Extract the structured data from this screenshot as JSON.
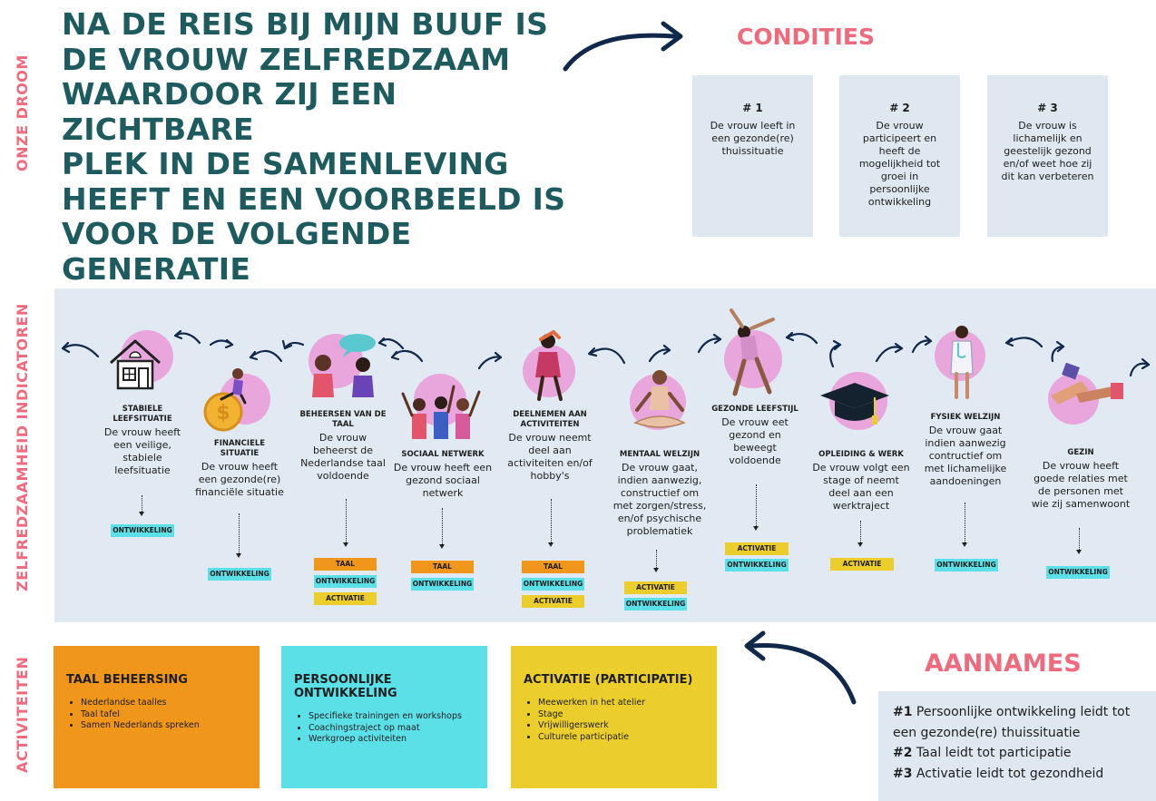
{
  "side_labels": {
    "dream": "ONZE DROOM",
    "indicators": "ZELFREDZAAMHEID INDICATOREN",
    "activities": "ACTIVITEITEN"
  },
  "dream": {
    "lines": [
      "NA DE REIS BIJ MIJN BUUF IS",
      "DE VROUW ZELFREDZAAM",
      "WAARDOOR ZIJ EEN ZICHTBARE",
      "PLEK IN DE SAMENLEVING",
      "HEEFT EN EEN VOORBEELD IS",
      "VOOR DE VOLGENDE GENERATIE"
    ]
  },
  "conditions": {
    "title": "CONDITIES",
    "items": [
      {
        "num": "# 1",
        "text": "De vrouw leeft in een gezonde(re) thuissituatie"
      },
      {
        "num": "# 2",
        "text": "De vrouw participeert en heeft de mogelijkheid tot groei in persoonlijke ontwikkeling"
      },
      {
        "num": "# 3",
        "text": "De vrouw is lichamelijk en geestelijk gezond en/of weet hoe zij dit kan verbeteren"
      }
    ]
  },
  "indicators": [
    {
      "title": "STABIELE LEEFSITUATIE",
      "desc": "De vrouw heeft een veilige, stabiele leefsituatie",
      "tags": [
        "ONTWIKKELING"
      ],
      "icon": "house-icon"
    },
    {
      "title": "FINANCIELE SITUATIE",
      "desc": "De vrouw heeft een gezonde(re) financiële situatie",
      "tags": [
        "ONTWIKKELING"
      ],
      "icon": "coins-icon"
    },
    {
      "title": "BEHEERSEN VAN DE TAAL",
      "desc": "De vrouw beheerst de Nederlandse taal voldoende",
      "tags": [
        "TAAL",
        "ONTWIKKELING",
        "ACTIVATIE"
      ],
      "icon": "speech-icon"
    },
    {
      "title": "SOCIAAL NETWERK",
      "desc": "De vrouw heeft een gezond sociaal netwerk",
      "tags": [
        "TAAL",
        "ONTWIKKELING"
      ],
      "icon": "friends-icon"
    },
    {
      "title": "DEELNEMEN AAN ACTIVITEITEN",
      "desc": "De vrouw neemt deel aan activiteiten en/of hobby's",
      "tags": [
        "TAAL",
        "ONTWIKKELING",
        "ACTIVATIE"
      ],
      "icon": "activity-icon"
    },
    {
      "title": "MENTAAL WELZIJN",
      "desc": "De vrouw gaat, indien aanwezig, constructief om met zorgen/stress, en/of psychische problematiek",
      "tags": [
        "ACTIVATIE",
        "ONTWIKKELING"
      ],
      "icon": "meditation-icon"
    },
    {
      "title": "GEZONDE LEEFSTIJL",
      "desc": "De vrouw eet gezond en beweegt voldoende",
      "tags": [
        "ACTIVATIE",
        "ONTWIKKELING"
      ],
      "icon": "fitness-icon"
    },
    {
      "title": "OPLEIDING & WERK",
      "desc": "De vrouw volgt een stage of neemt deel aan een werktraject",
      "tags": [
        "ACTIVATIE"
      ],
      "icon": "graduation-cap-icon"
    },
    {
      "title": "FYSIEK WELZIJN",
      "desc": "De vrouw gaat indien aanwezig contructief om met lichamelijke aandoeningen",
      "tags": [
        "ONTWIKKELING"
      ],
      "icon": "doctor-icon"
    },
    {
      "title": "GEZIN",
      "desc": "De vrouw heeft goede relaties met de personen met wie zij samenwoont",
      "tags": [
        "ONTWIKKELING"
      ],
      "icon": "hands-icon"
    }
  ],
  "activities": [
    {
      "title": "TAAL BEHEERSING",
      "items": [
        "Nederlandse taalles",
        "Taal tafel",
        "Samen Nederlands spreken"
      ],
      "color": "#f0961b"
    },
    {
      "title": "PERSOONLIJKE ONTWIKKELING",
      "items": [
        "Specifieke trainingen en workshops",
        "Coachingstraject op maat",
        "Werkgroep activiteiten"
      ],
      "color": "#5ce0e8"
    },
    {
      "title": "ACTIVATIE (PARTICIPATIE)",
      "items": [
        "Meewerken in het atelier",
        "Stage",
        "Vrijwilligerswerk",
        "Culturele participatie"
      ],
      "color": "#ebce2b"
    }
  ],
  "assumptions": {
    "title": "AANNAMES",
    "items": [
      {
        "num": "#1",
        "text": " Persoonlijke ontwikkeling leidt tot een gezonde(re) thuissituatie"
      },
      {
        "num": "#2",
        "text": " Taal leidt tot participatie"
      },
      {
        "num": "#3",
        "text": " Activatie leidt tot gezondheid"
      }
    ]
  },
  "colors": {
    "accent_pink": "#f06a7e",
    "dark_teal": "#1d5b5f",
    "panel_blue": "#dfe8f1",
    "circle_pink": "#e8a6dd",
    "tag_ontwikkeling": "#5ce0e8",
    "tag_taal": "#f0961b",
    "tag_activatie": "#ebce2b",
    "arrow_navy": "#10284a"
  }
}
